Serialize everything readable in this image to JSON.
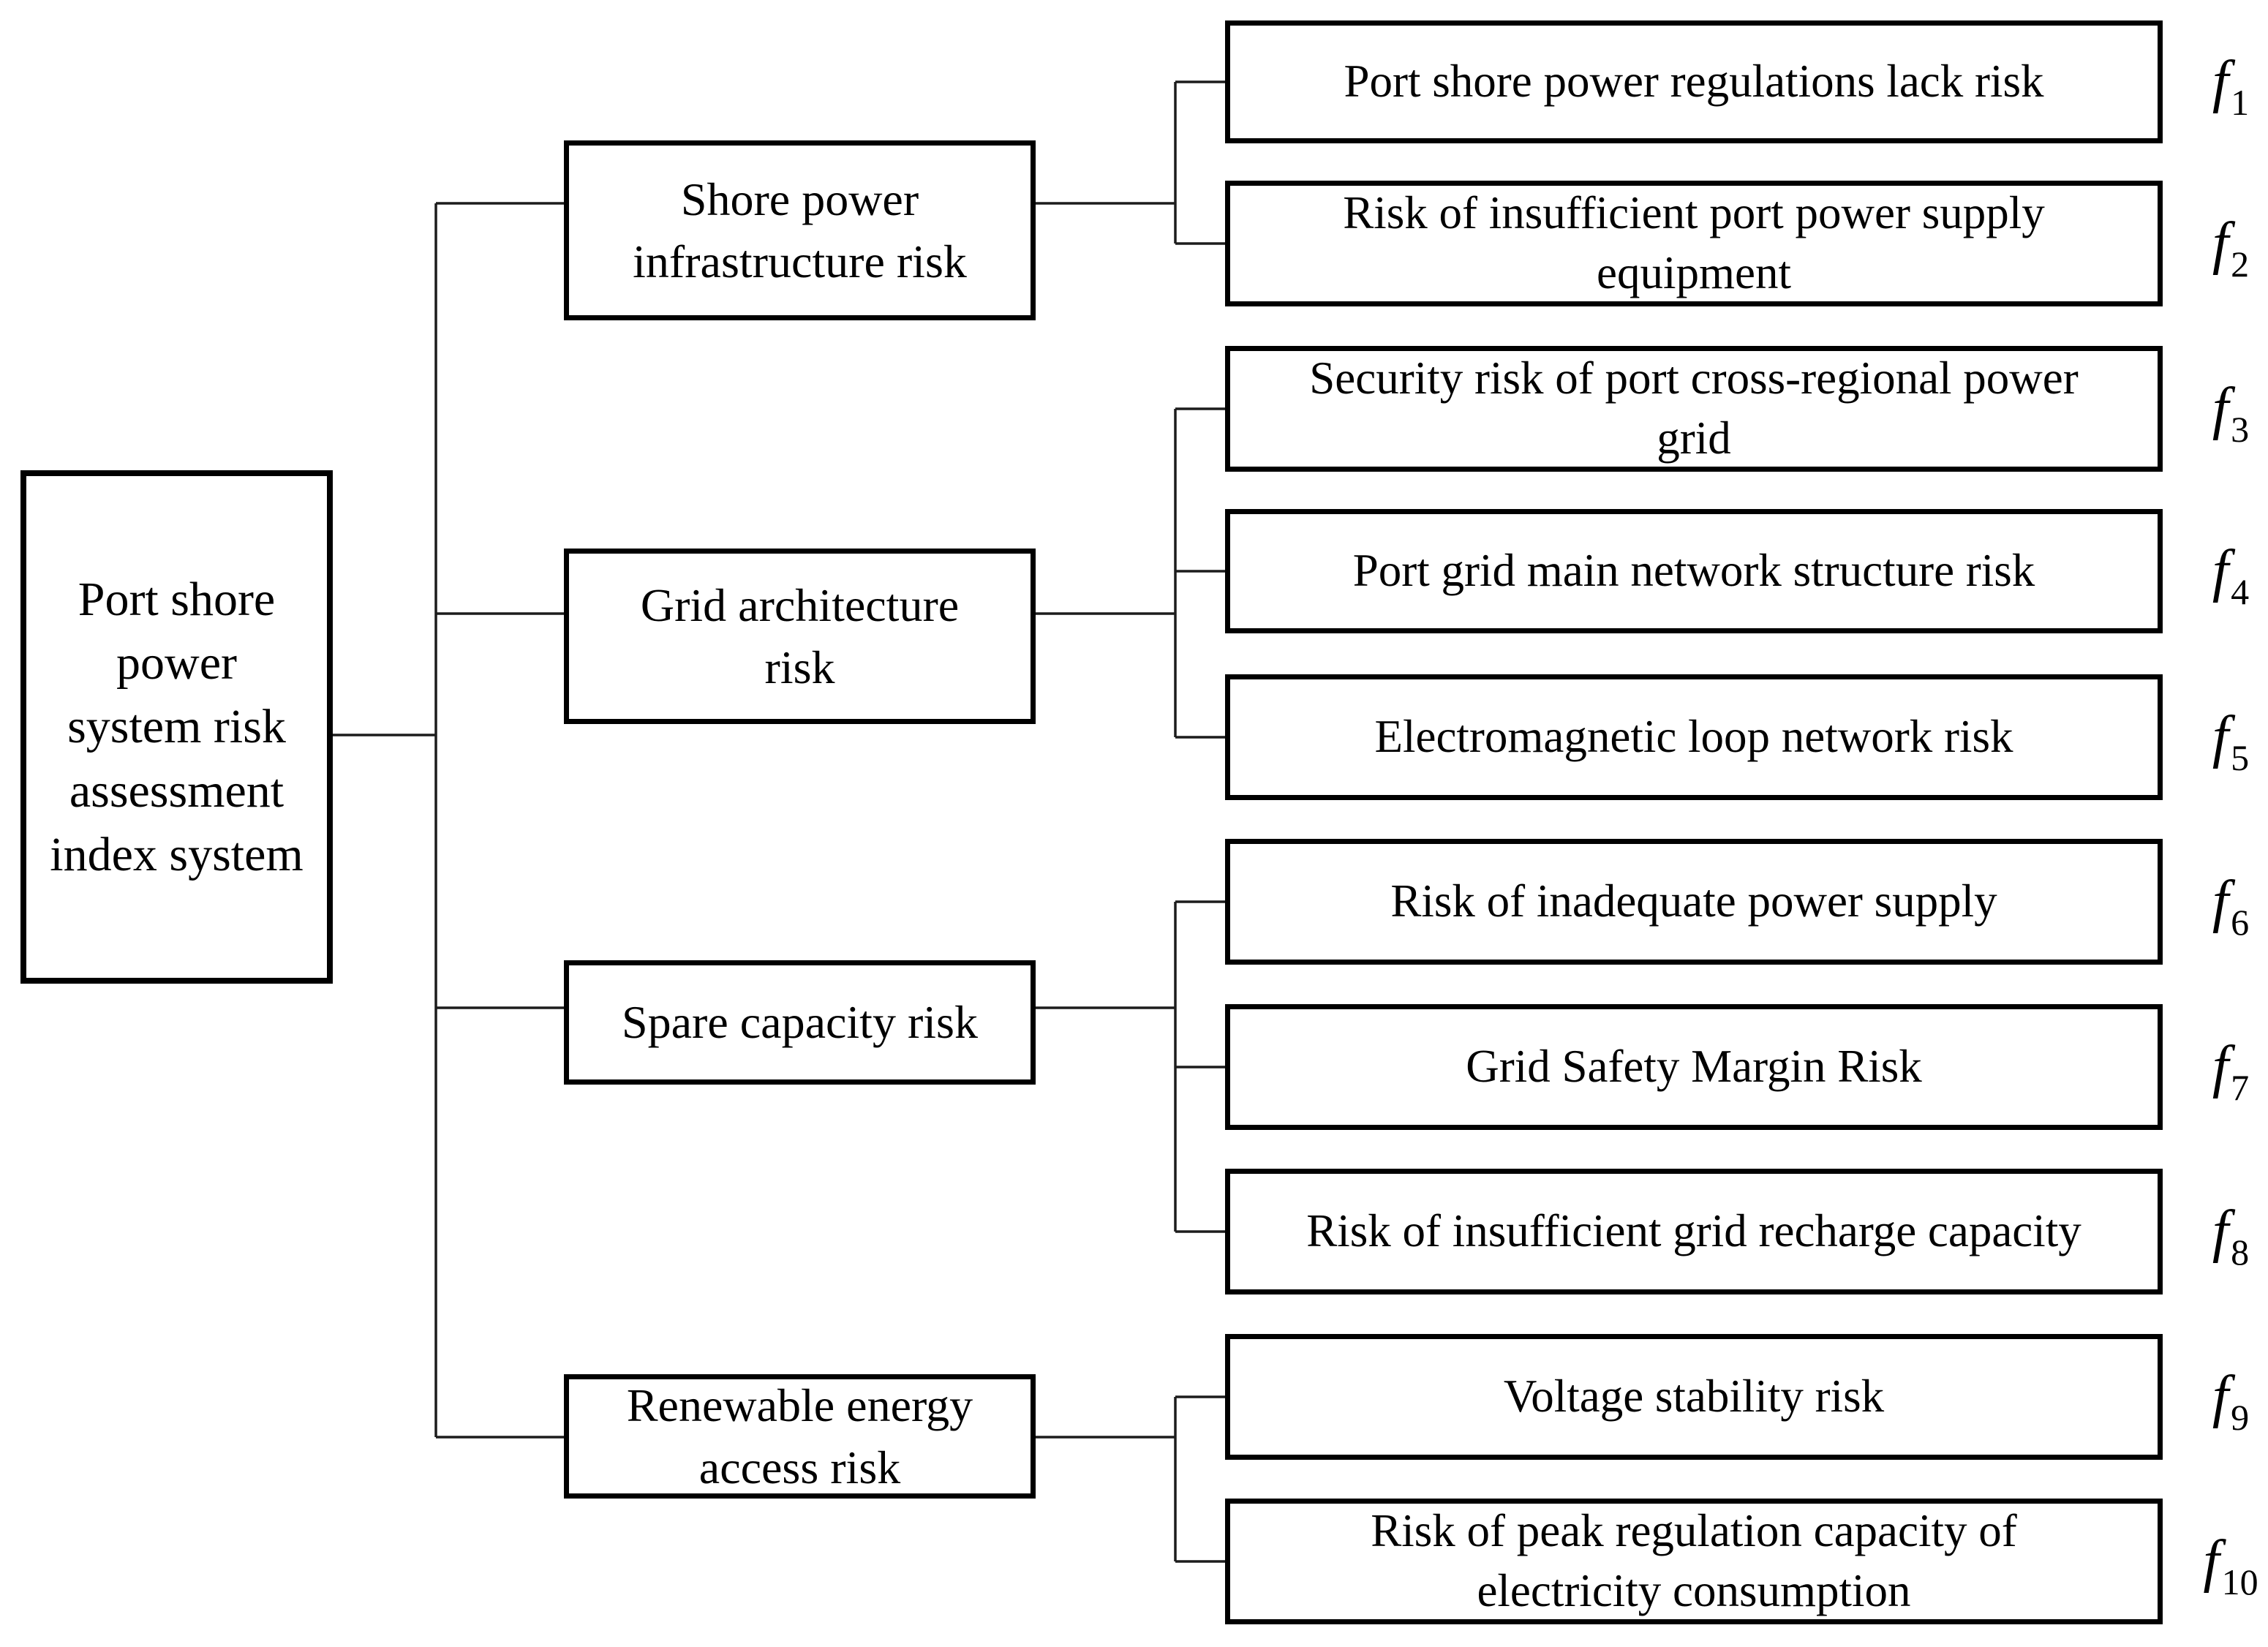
{
  "diagram": {
    "root": {
      "label": "Port shore\npower\nsystem risk\nassessment\nindex system"
    },
    "categories": [
      {
        "label": "Shore power\ninfrastructure risk"
      },
      {
        "label": "Grid architecture\nrisk"
      },
      {
        "label": "Spare capacity risk"
      },
      {
        "label": "Renewable energy\naccess risk"
      }
    ],
    "factors": [
      {
        "label": "Port shore power regulations lack risk",
        "symbol_base": "f",
        "symbol_sub": "1"
      },
      {
        "label": "Risk of insufficient port power supply\nequipment",
        "symbol_base": "f",
        "symbol_sub": "2"
      },
      {
        "label": "Security risk of port cross-regional power\ngrid",
        "symbol_base": "f",
        "symbol_sub": "3"
      },
      {
        "label": "Port grid main network structure risk",
        "symbol_base": "f",
        "symbol_sub": "4"
      },
      {
        "label": "Electromagnetic loop network risk",
        "symbol_base": "f",
        "symbol_sub": "5"
      },
      {
        "label": "Risk of inadequate power supply",
        "symbol_base": "f",
        "symbol_sub": "6"
      },
      {
        "label": "Grid Safety Margin Risk",
        "symbol_base": "f",
        "symbol_sub": "7"
      },
      {
        "label": "Risk of insufficient grid recharge capacity",
        "symbol_base": "f",
        "symbol_sub": "8"
      },
      {
        "label": "Voltage stability risk",
        "symbol_base": "f",
        "symbol_sub": "9"
      },
      {
        "label": "Risk of peak regulation capacity of\nelectricity consumption",
        "symbol_base": "f",
        "symbol_sub": "10"
      }
    ],
    "colors": {
      "background": "#ffffff",
      "box_border": "#000000",
      "text": "#000000",
      "line": "#1c1c1c"
    }
  }
}
